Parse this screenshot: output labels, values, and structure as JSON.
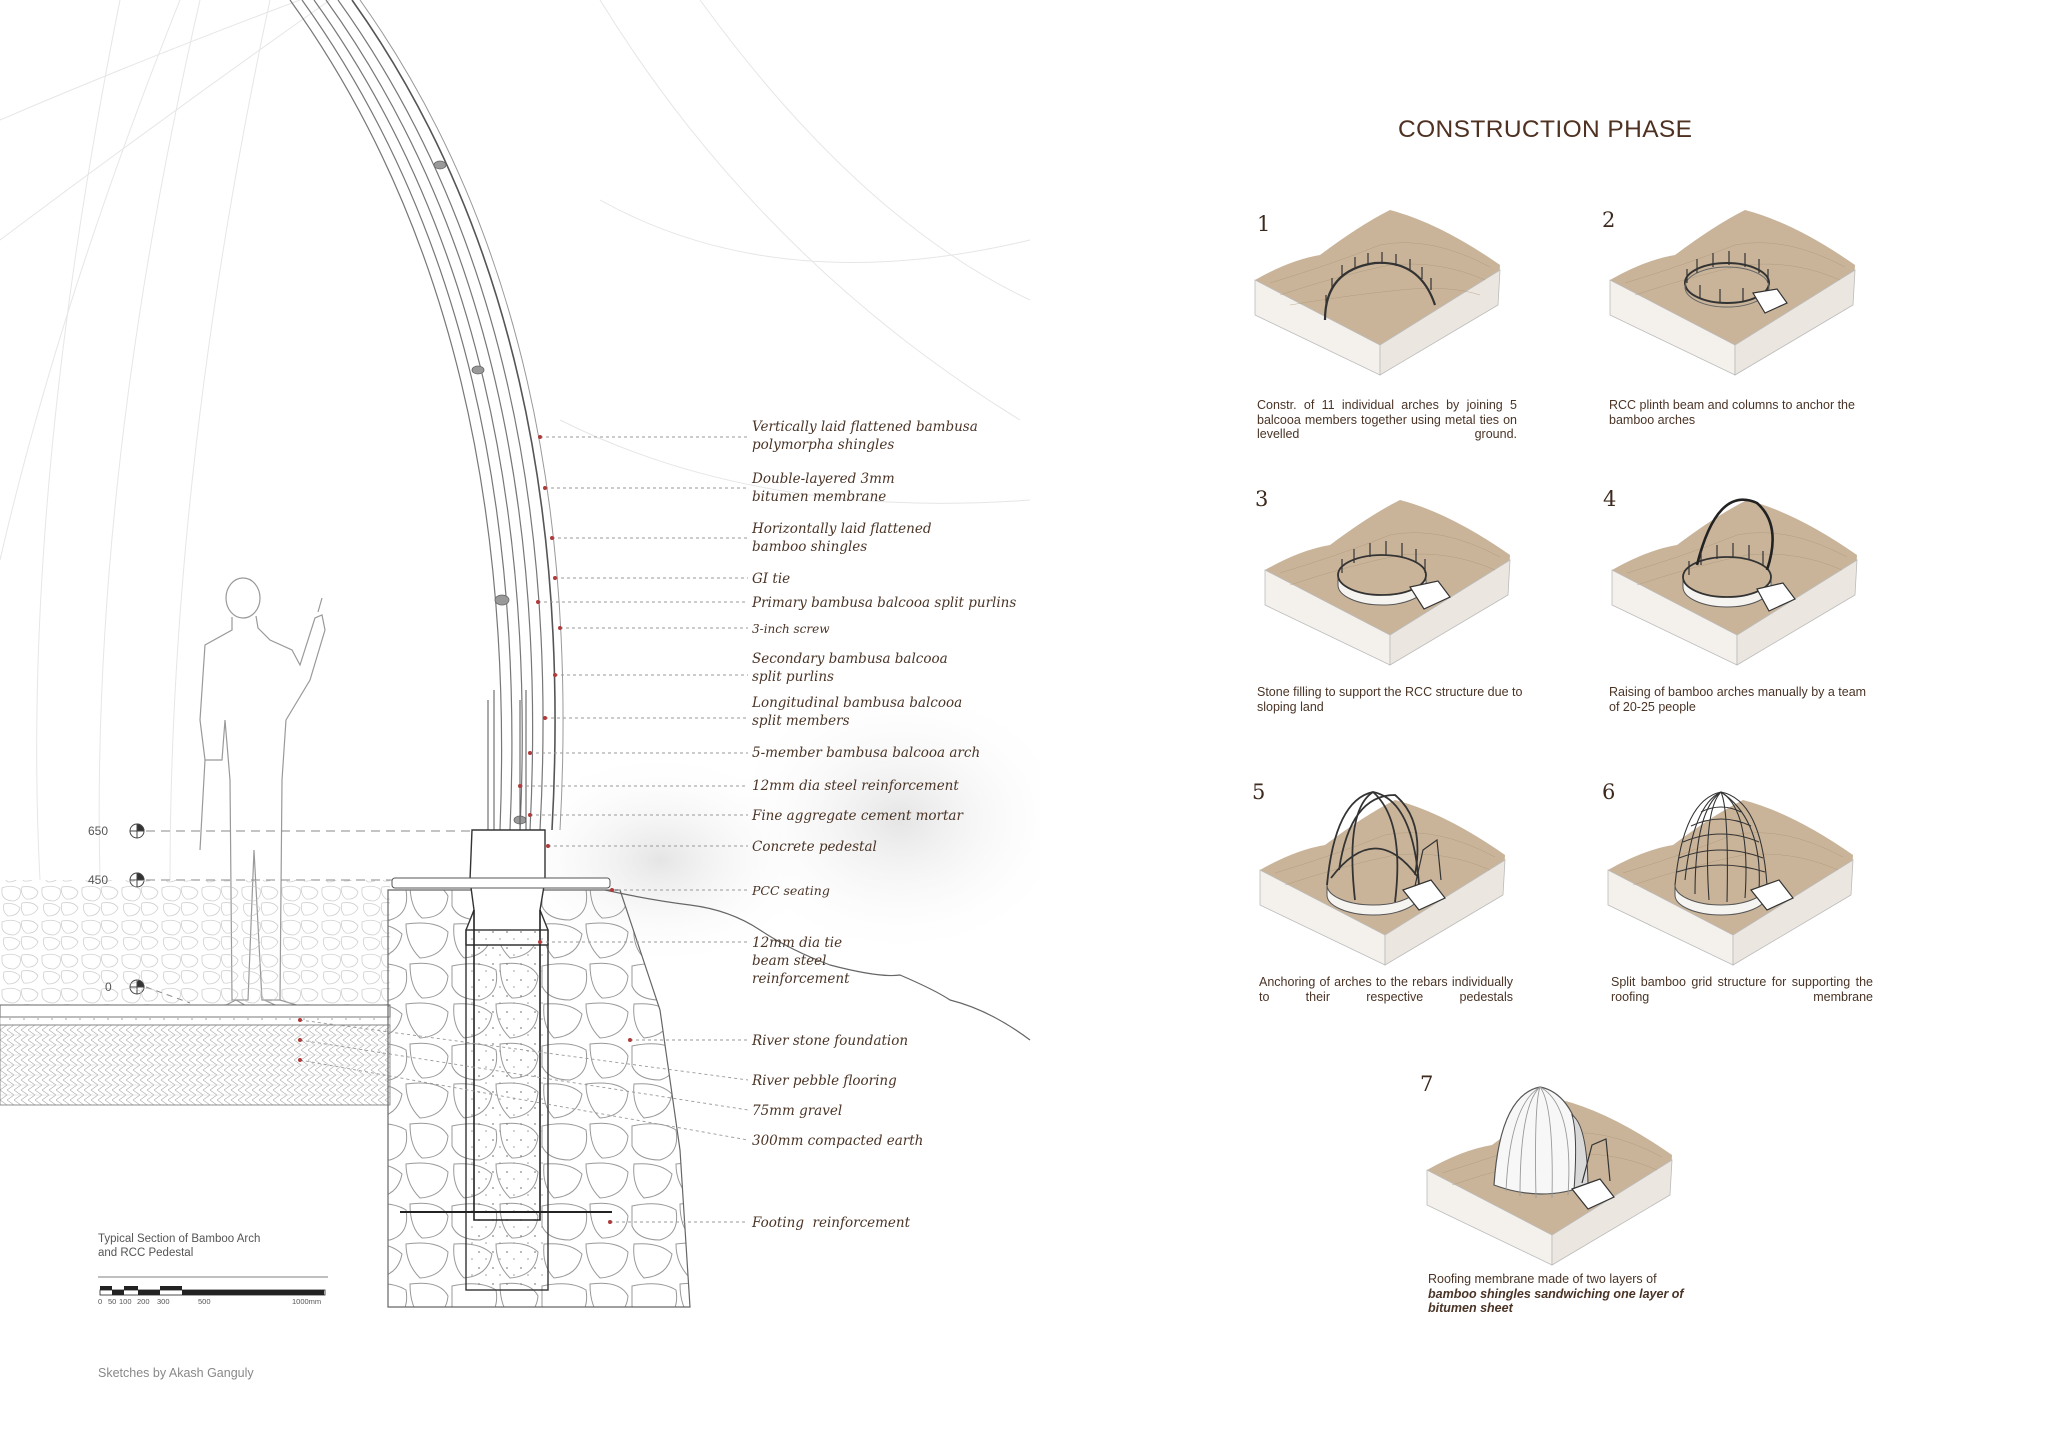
{
  "section": {
    "annotations": [
      "Vertically laid flattened bambusa polymorpha shingles",
      "Double-layered 3mm bitumen membrane",
      "Horizontally laid flattened bamboo shingles",
      "GI tie",
      "Primary bambusa balcooa split purlins",
      "3-inch screw",
      "Secondary bambusa balcooa split purlins",
      "Longitudinal bambusa balcooa split members",
      "5-member bambusa balcooa arch",
      "12mm dia steel reinforcement",
      "Fine aggregate cement mortar",
      "Concrete pedestal",
      "PCC seating",
      "12mm dia tie beam steel reinforcement",
      "River stone foundation",
      "River pebble flooring",
      "75mm gravel",
      "300mm compacted earth",
      "Footing  reinforcement"
    ],
    "elevations": [
      "650",
      "450",
      "0"
    ],
    "caption_line1": "Typical Section of Bamboo Arch",
    "caption_line2": "and RCC Pedestal",
    "scale_labels": [
      "0",
      "50",
      "100",
      "200",
      "300",
      "500",
      "1000mm"
    ],
    "credit": "Sketches by Akash Ganguly"
  },
  "construction": {
    "title": "CONSTRUCTION PHASE",
    "steps": [
      {
        "num": "1",
        "caption": "Constr. of 11 individual arches by joining 5 balcooa members together using metal ties on levelled ground."
      },
      {
        "num": "2",
        "caption": "RCC plinth beam and columns to anchor the bamboo arches"
      },
      {
        "num": "3",
        "caption": "Stone filling to support the RCC structure due to sloping land"
      },
      {
        "num": "4",
        "caption": "Raising of bamboo arches manually by a team of 20-25 people"
      },
      {
        "num": "5",
        "caption": "Anchoring of arches to the rebars individually to their respective pedestals"
      },
      {
        "num": "6",
        "caption": "Split bamboo grid structure for supporting the roofing membrane"
      },
      {
        "num": "7",
        "caption_plain": "Roofing membrane made of two layers of",
        "caption_bold": "bamboo shingles sandwiching one layer of bitumen sheet"
      }
    ]
  },
  "colors": {
    "title_brown": "#4e3121",
    "terrain_top": "#c9b49a",
    "terrain_side": "#f4f1ec",
    "leader_red": "#b03a3a"
  }
}
